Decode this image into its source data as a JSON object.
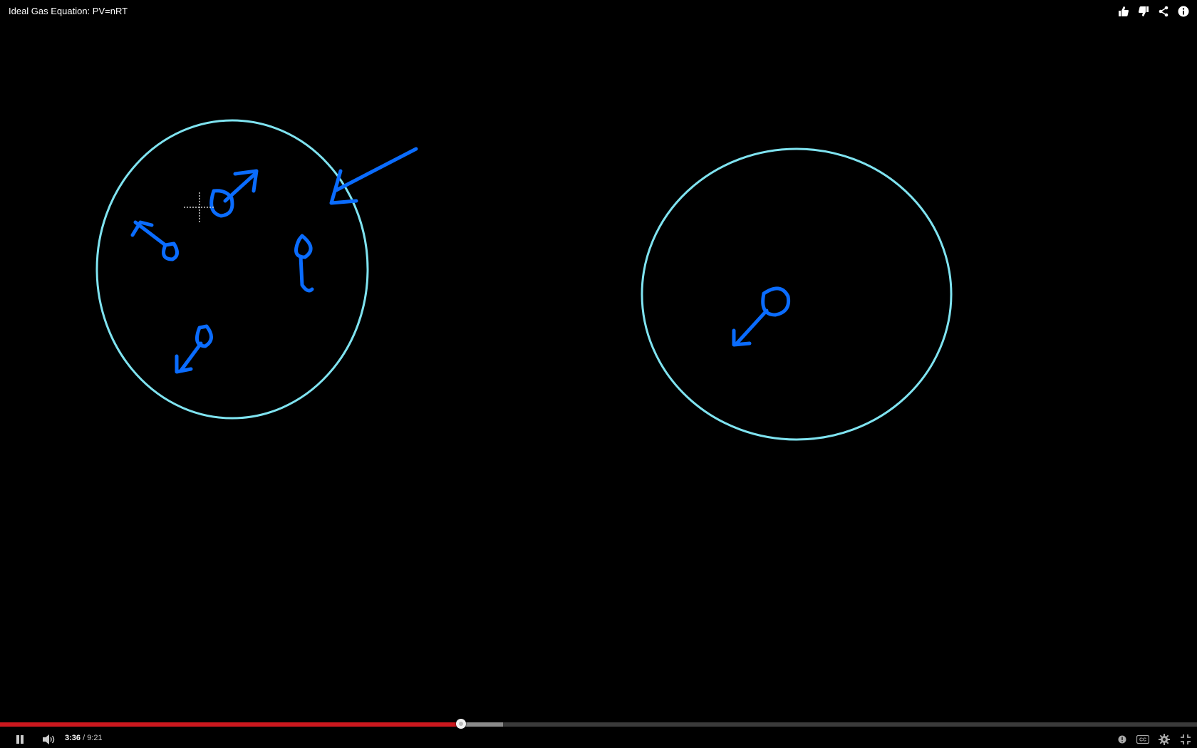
{
  "video": {
    "title": "Ideal Gas Equation: PV=nRT"
  },
  "top_actions": [
    {
      "name": "like-icon"
    },
    {
      "name": "dislike-icon"
    },
    {
      "name": "share-icon"
    },
    {
      "name": "info-icon"
    }
  ],
  "playback": {
    "current_time": "3:36",
    "separator": " / ",
    "duration": "9:21",
    "played_fraction": 0.385,
    "loaded_fraction": 0.42
  },
  "colors": {
    "background": "#000000",
    "container_outline": "#7fe3f0",
    "molecule": "#0a6cff",
    "progress_played": "#cc181e",
    "progress_loaded": "#8a8a8a"
  },
  "controls": {
    "pause": "pause-icon",
    "volume": "volume-icon",
    "annotations": "annotations-icon",
    "captions": "captions-icon",
    "settings": "gear-icon",
    "fullscreen": "exit-fullscreen-icon"
  }
}
